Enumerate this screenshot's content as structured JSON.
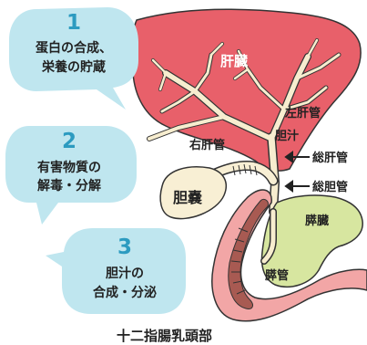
{
  "bubbles": [
    {
      "number": "1",
      "lines": [
        "蛋白の合成、",
        "栄養の貯蔵"
      ]
    },
    {
      "number": "2",
      "lines": [
        "有害物質の",
        "解毒・分解"
      ]
    },
    {
      "number": "3",
      "lines": [
        "胆汁の",
        "合成・分泌"
      ]
    }
  ],
  "labels": {
    "liver": "肝臓",
    "left_hepatic_duct": "左肝管",
    "right_hepatic_duct": "右肝管",
    "bile": "胆汁",
    "common_hepatic_duct": "総肝管",
    "common_bile_duct": "総胆管",
    "gallbladder": "胆嚢",
    "pancreas": "膵臓",
    "pancreatic_duct": "膵管",
    "duodenal_papilla": "十二指腸乳頭部"
  },
  "colors": {
    "bubble": "#bfe6ef",
    "number": "#2c9bc0",
    "liver": "#e8606a",
    "bile_duct": "#f7edcf",
    "gallbladder": "#f8efd4",
    "pancreas": "#d7e6a0",
    "duodenum_outer": "#f2a6a6",
    "duodenum_inner": "#a85a52",
    "outline": "#333333"
  }
}
